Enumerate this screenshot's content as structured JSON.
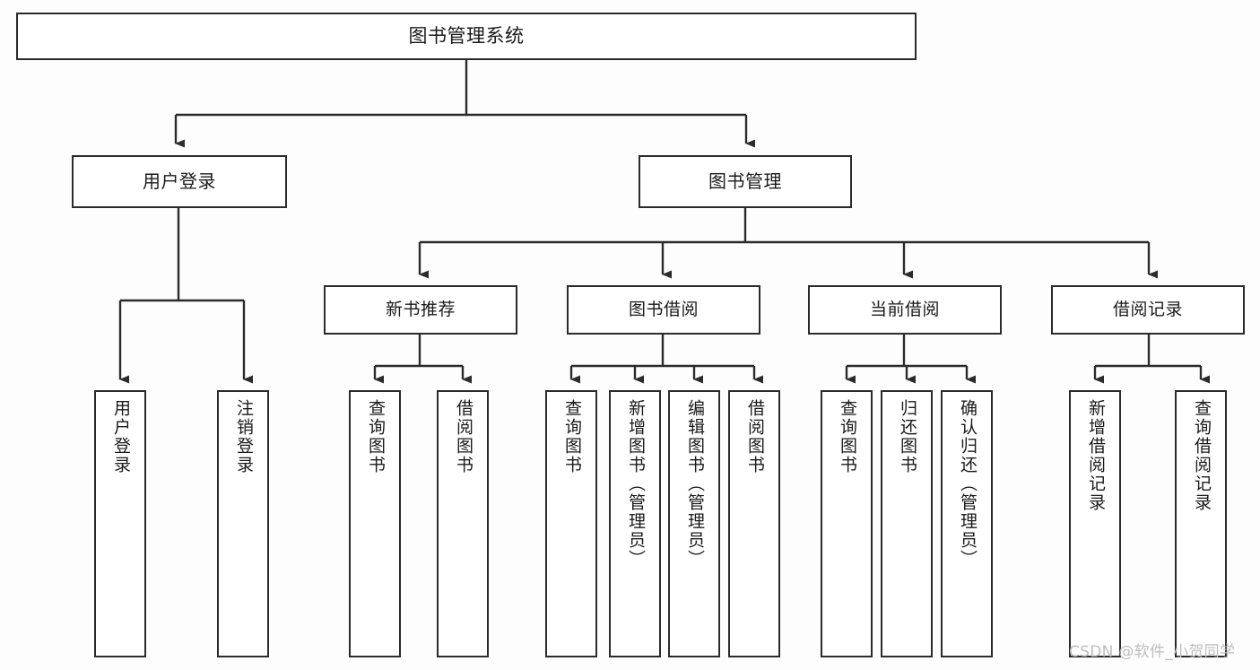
{
  "diagram": {
    "type": "tree",
    "title": "图书管理系统",
    "root": {
      "label": "图书管理系统"
    },
    "level1": [
      {
        "label": "用户登录"
      },
      {
        "label": "图书管理"
      }
    ],
    "level2": [
      {
        "label": "新书推荐"
      },
      {
        "label": "图书借阅"
      },
      {
        "label": "当前借阅"
      },
      {
        "label": "借阅记录"
      }
    ],
    "leaves": [
      {
        "label": "用户登录"
      },
      {
        "label": "注销登录"
      },
      {
        "label": "查询图书"
      },
      {
        "label": "借阅图书"
      },
      {
        "label": "查询图书"
      },
      {
        "label": "新增图书（管理员）"
      },
      {
        "label": "编辑图书（管理员）"
      },
      {
        "label": "借阅图书"
      },
      {
        "label": "查询图书"
      },
      {
        "label": "归还图书"
      },
      {
        "label": "确认归还（管理员）"
      },
      {
        "label": "新增借阅记录"
      },
      {
        "label": "查询借阅记录"
      }
    ]
  },
  "colors": {
    "border": "#2b2b2b",
    "fill": "#ffffff",
    "text": "#1a1a1a",
    "background": "#fdfdfd",
    "watermark": "#bdbdbd"
  },
  "watermark": {
    "text": "CSDN @软件_小贺同学"
  }
}
